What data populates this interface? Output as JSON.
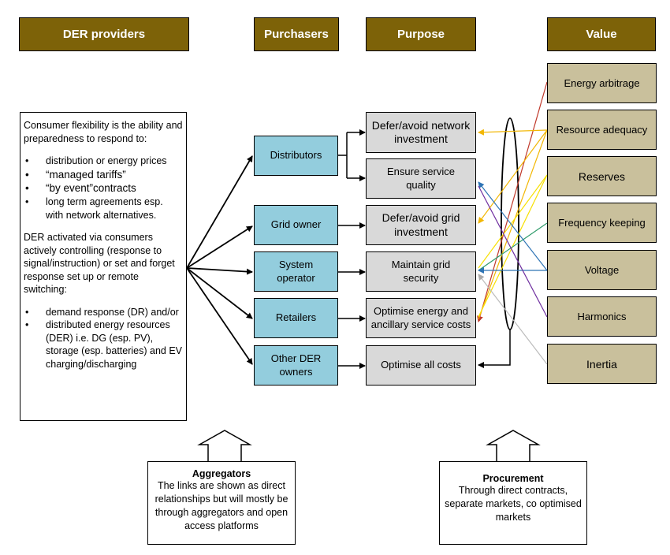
{
  "headers": {
    "der_providers": "DER providers",
    "purchasers": "Purchasers",
    "purpose": "Purpose",
    "value": "Value"
  },
  "left_box": {
    "intro": "Consumer flexibility is the ability and preparedness to respond to:",
    "respond_items": [
      "distribution or energy prices",
      "“managed tariffs”",
      "“by event”contracts",
      "long term agreements esp. with network alternatives."
    ],
    "activated": "DER activated via consumers actively controlling (response to signal/instruction) or set and forget response set up or remote switching:",
    "der_items": [
      "demand response (DR) and/or",
      "distributed energy resources (DER) i.e. DG (esp. PV), storage (esp. batteries) and EV charging/discharging"
    ]
  },
  "purchasers": [
    "Distributors",
    "Grid owner",
    "System operator",
    "Retailers",
    "Other DER owners"
  ],
  "purposes": [
    "Defer/avoid network investment",
    "Ensure service quality",
    "Defer/avoid grid investment",
    "Maintain grid security",
    "Optimise energy and ancillary service costs",
    "Optimise all costs"
  ],
  "values": [
    "Energy arbitrage",
    "Resource adequacy",
    "Reserves",
    "Frequency keeping",
    "Voltage",
    "Harmonics",
    "Inertia"
  ],
  "aggregators": {
    "title": "Aggregators",
    "text": "The links are shown as direct relationships but will mostly be through aggregators and open access platforms"
  },
  "procurement": {
    "title": "Procurement",
    "text": "Through direct contracts, separate markets, co optimised markets"
  },
  "link_colors": {
    "energy_arbitrage": "#c0392b",
    "resource_adequacy": "#f2b705",
    "reserves": "#f7e000",
    "frequency_keeping": "#2e9b6a",
    "voltage": "#2e74b5",
    "harmonics": "#7030a0",
    "inertia": "#c8c8c8"
  }
}
